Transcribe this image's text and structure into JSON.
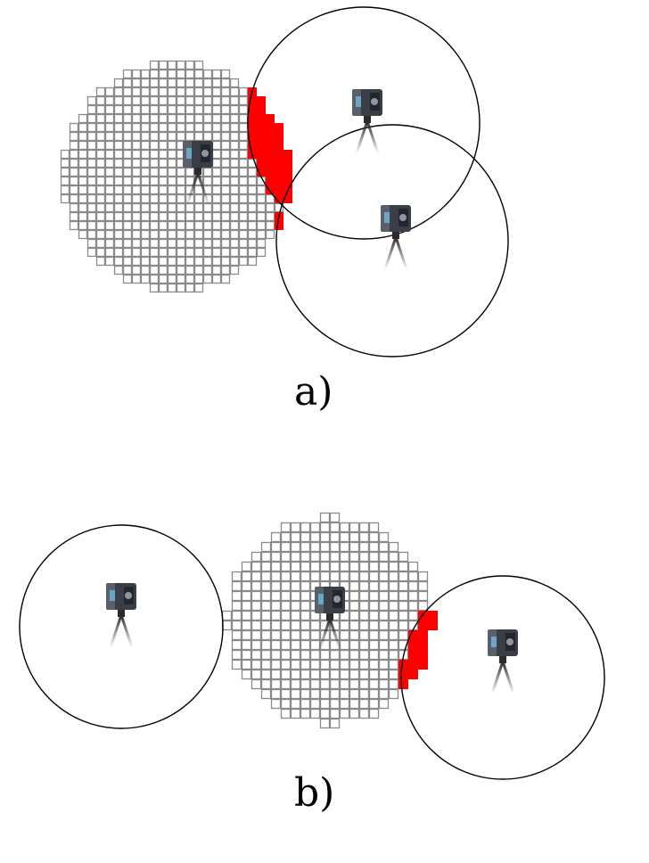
{
  "panels": [
    {
      "label": "a)",
      "grid_scanner": 0,
      "scanners": [
        {
          "name": "scanner-center-a"
        },
        {
          "name": "scanner-upper-right-a"
        },
        {
          "name": "scanner-lower-right-a"
        }
      ]
    },
    {
      "label": "b)",
      "grid_scanner": 1,
      "scanners": [
        {
          "name": "scanner-left-b"
        },
        {
          "name": "scanner-center-b"
        },
        {
          "name": "scanner-right-b"
        }
      ]
    }
  ],
  "colors": {
    "grid_line": "#8a8a8a",
    "overlap_fill": "#ff0000",
    "circle_stroke": "#000000",
    "scanner_body": "#3a3f47",
    "scanner_accent": "#6aa6c8",
    "tripod": "#2b2b2b"
  },
  "icons": {
    "scanner": "laser-scanner-on-tripod-icon"
  }
}
